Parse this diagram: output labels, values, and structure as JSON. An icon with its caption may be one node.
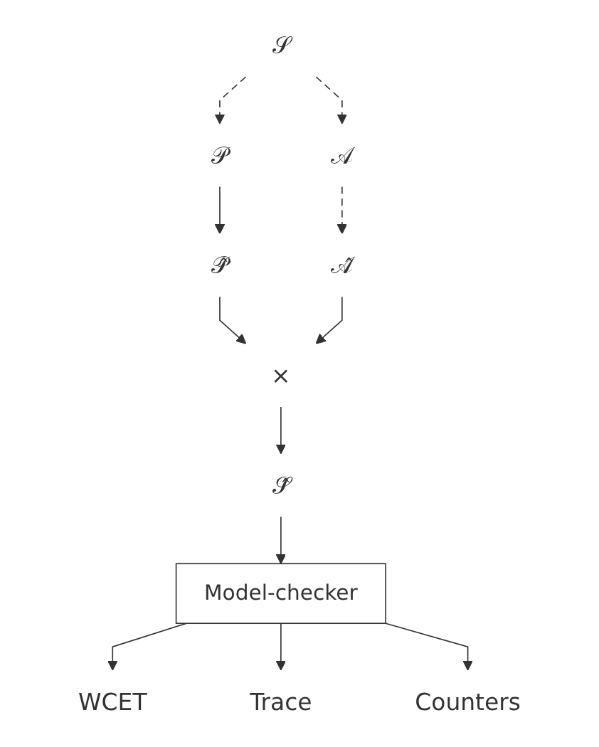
{
  "diagram": {
    "nodes": [
      {
        "text": [
          "𝒮"
        ]
      },
      {
        "text": [
          "𝒫"
        ]
      },
      {
        "text": [
          "𝒜"
        ]
      },
      {
        "text": [
          "𝒫̂"
        ]
      },
      {
        "text": [
          "×"
        ]
      },
      {
        "text": [
          "𝒜̂"
        ]
      },
      {
        "text": [
          "𝒮̂"
        ]
      },
      {
        "text": [
          "Model-checker"
        ]
      },
      {
        "text": [
          "WCET"
        ]
      },
      {
        "text": [
          "Trace"
        ]
      },
      {
        "text": [
          "Counters"
        ]
      }
    ],
    "edges": [
      {
        "from": 0,
        "to": 1,
        "arrow": "to",
        "style": "dashed"
      },
      {
        "from": 0,
        "to": 2,
        "arrow": "to",
        "style": "dashed"
      },
      {
        "from": 1,
        "to": 3,
        "arrow": "to"
      },
      {
        "from": 2,
        "to": 5,
        "arrow": "to",
        "style": "dashed"
      },
      {
        "from": 3,
        "to": 4,
        "arrow": "to"
      },
      {
        "from": 5,
        "to": 4,
        "arrow": "to"
      },
      {
        "from": 4,
        "to": 6,
        "arrow": "to"
      },
      {
        "from": 6,
        "to": 7,
        "arrow": "to"
      },
      {
        "from": 7,
        "to": 8,
        "arrow": "to"
      },
      {
        "from": 7,
        "to": 9,
        "arrow": "to"
      },
      {
        "from": 7,
        "to": 10,
        "arrow": "to"
      }
    ]
  }
}
